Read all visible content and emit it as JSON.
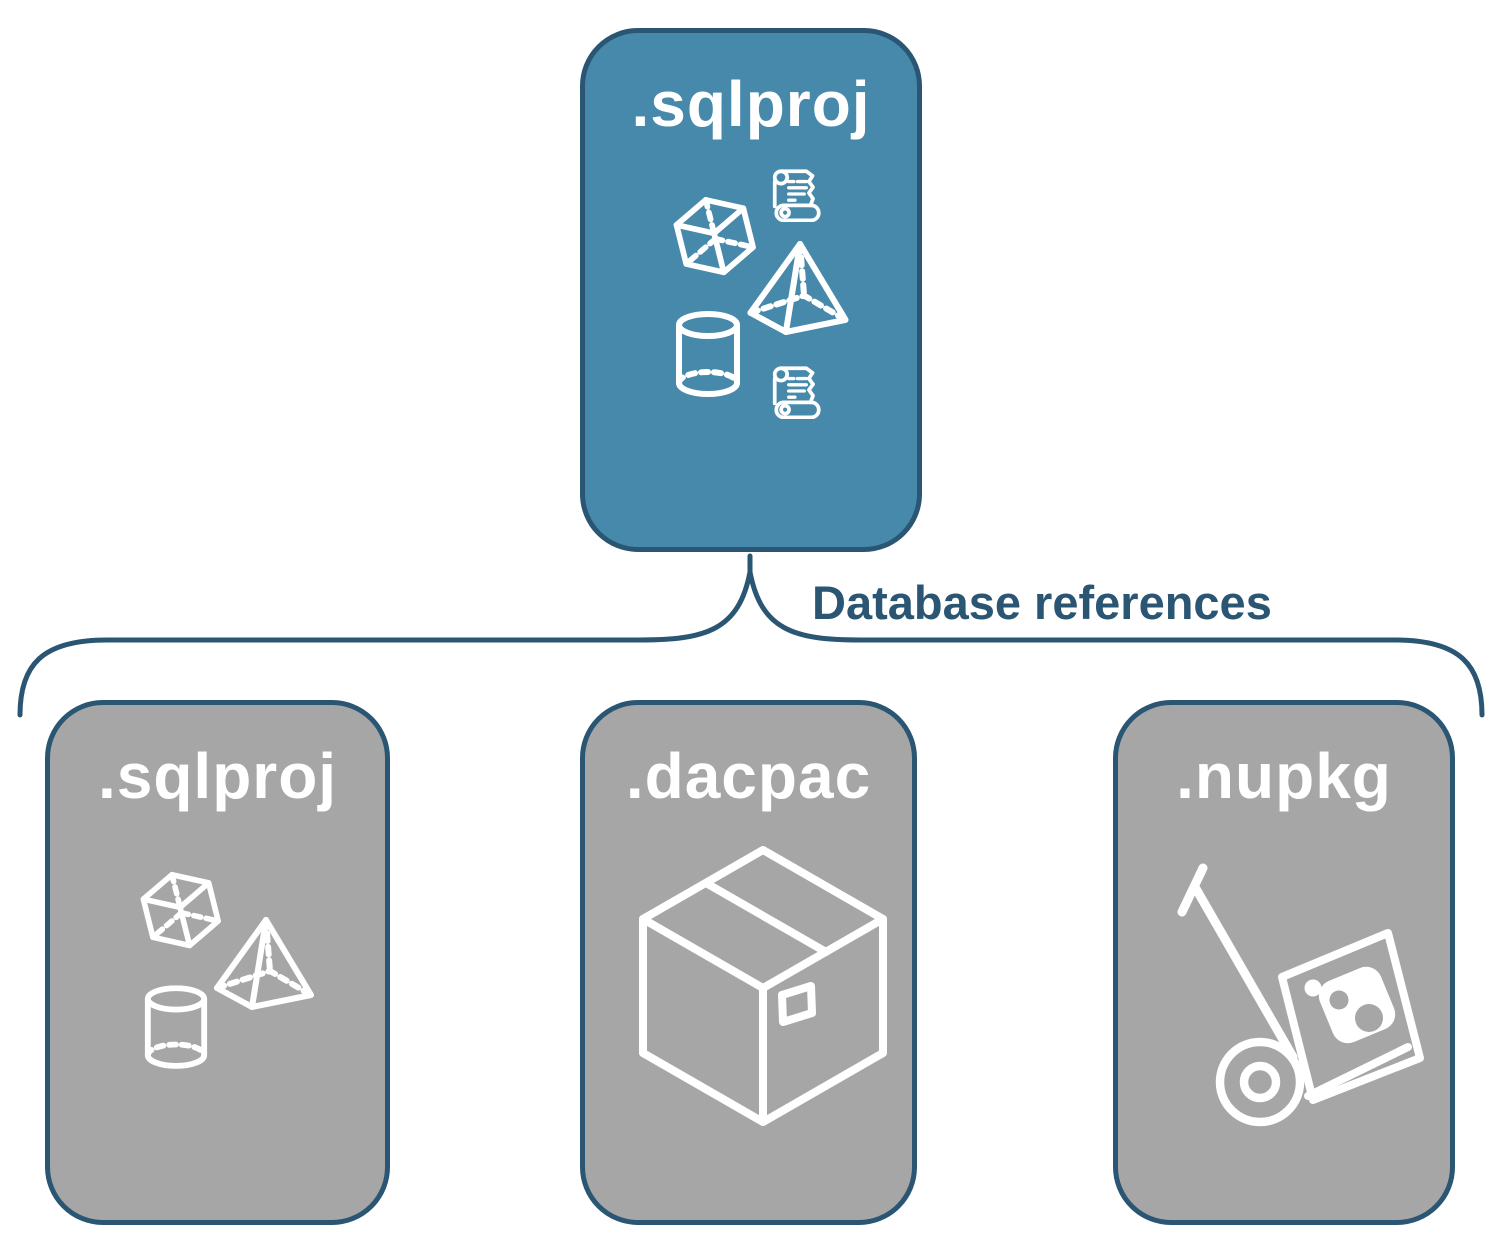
{
  "diagram": {
    "colors": {
      "accent_fill": "#4789AB",
      "outline": "#2A5674",
      "gray_fill": "#A6A6A6",
      "icon": "#FFFFFF",
      "label_text": "#FFFFFF",
      "connector_text": "#2A5674",
      "background": "#FFFFFF"
    },
    "root_node": {
      "label": ".sqlproj",
      "icons": [
        "cube-icon",
        "script-scroll-icon",
        "pyramid-icon",
        "cylinder-icon",
        "script-scroll-icon"
      ]
    },
    "connector": {
      "label": "Database references",
      "shape": "downward-curly-brace"
    },
    "child_nodes": [
      {
        "label": ".sqlproj",
        "icons": [
          "cube-icon",
          "pyramid-icon",
          "cylinder-icon"
        ]
      },
      {
        "label": ".dacpac",
        "icons": [
          "package-box-icon"
        ]
      },
      {
        "label": ".nupkg",
        "icons": [
          "hand-truck-nuget-icon"
        ]
      }
    ]
  }
}
